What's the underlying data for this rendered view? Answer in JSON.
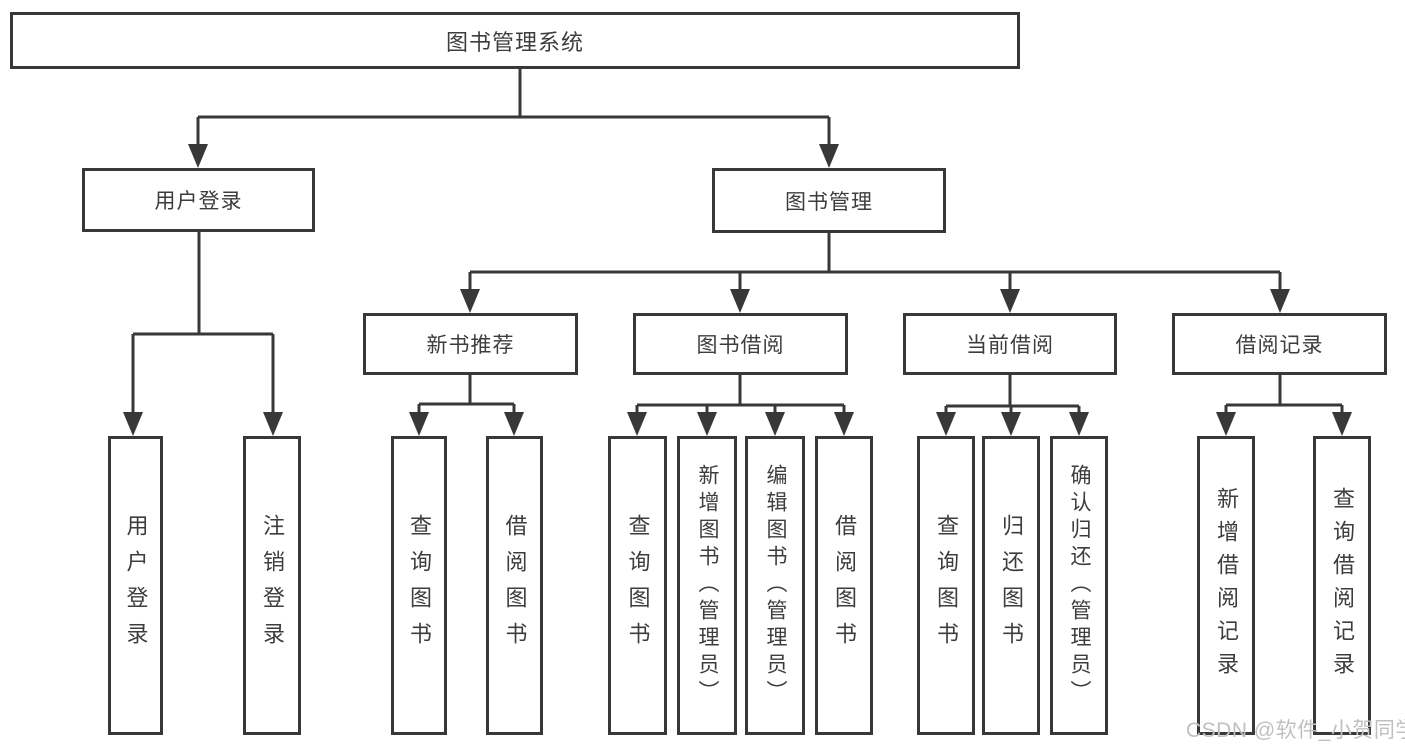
{
  "diagram": {
    "root": {
      "label": "图书管理系统",
      "children": [
        {
          "label": "用户登录",
          "children": [
            {
              "label": "用户登录"
            },
            {
              "label": "注销登录"
            }
          ]
        },
        {
          "label": "图书管理",
          "children": [
            {
              "label": "新书推荐",
              "children": [
                {
                  "label": "查询图书"
                },
                {
                  "label": "借阅图书"
                }
              ]
            },
            {
              "label": "图书借阅",
              "children": [
                {
                  "label": "查询图书"
                },
                {
                  "label": "新增图书（管理员）"
                },
                {
                  "label": "编辑图书（管理员）"
                },
                {
                  "label": "借阅图书"
                }
              ]
            },
            {
              "label": "当前借阅",
              "children": [
                {
                  "label": "查询图书"
                },
                {
                  "label": "归还图书"
                },
                {
                  "label": "确认归还（管理员）"
                }
              ]
            },
            {
              "label": "借阅记录",
              "children": [
                {
                  "label": "新增借阅记录"
                },
                {
                  "label": "查询借阅记录"
                }
              ]
            }
          ]
        }
      ]
    }
  },
  "watermark": {
    "text": "CSDN @软件_小贺同学"
  },
  "colors": {
    "line": "#383838",
    "text": "#3d3d3d",
    "box_background": "#ffffff",
    "watermark": "#c0c0c0"
  }
}
